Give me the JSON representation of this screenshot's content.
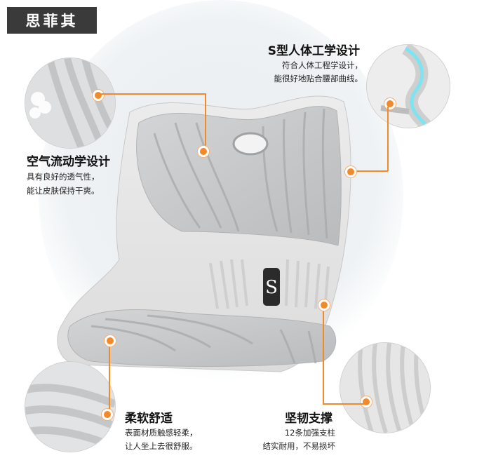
{
  "brand": {
    "logo_text": "思菲其"
  },
  "features": {
    "s_shape": {
      "title": "S型人体工学设计",
      "desc_line1": "符合人体工程学设计，",
      "desc_line2": "能很好地贴合腰部曲线。"
    },
    "airflow": {
      "title": "空气流动学设计",
      "desc_line1": "具有良好的透气性，",
      "desc_line2": "能让皮肤保持干爽。"
    },
    "soft": {
      "title": "柔软舒适",
      "desc_line1": "表面材质触感轻柔，",
      "desc_line2": "让人坐上去很舒服。"
    },
    "support": {
      "title": "坚韧支撑",
      "desc_line1": "12条加强支柱",
      "desc_line2": "结实耐用，不易损坏"
    }
  },
  "colors": {
    "accent": "#f08a2a",
    "logo_bg": "#3a3a3a",
    "product_gray": "#cfd1d2"
  },
  "icons": [
    "s-letter-logo-icon",
    "callout-dot-icon"
  ]
}
